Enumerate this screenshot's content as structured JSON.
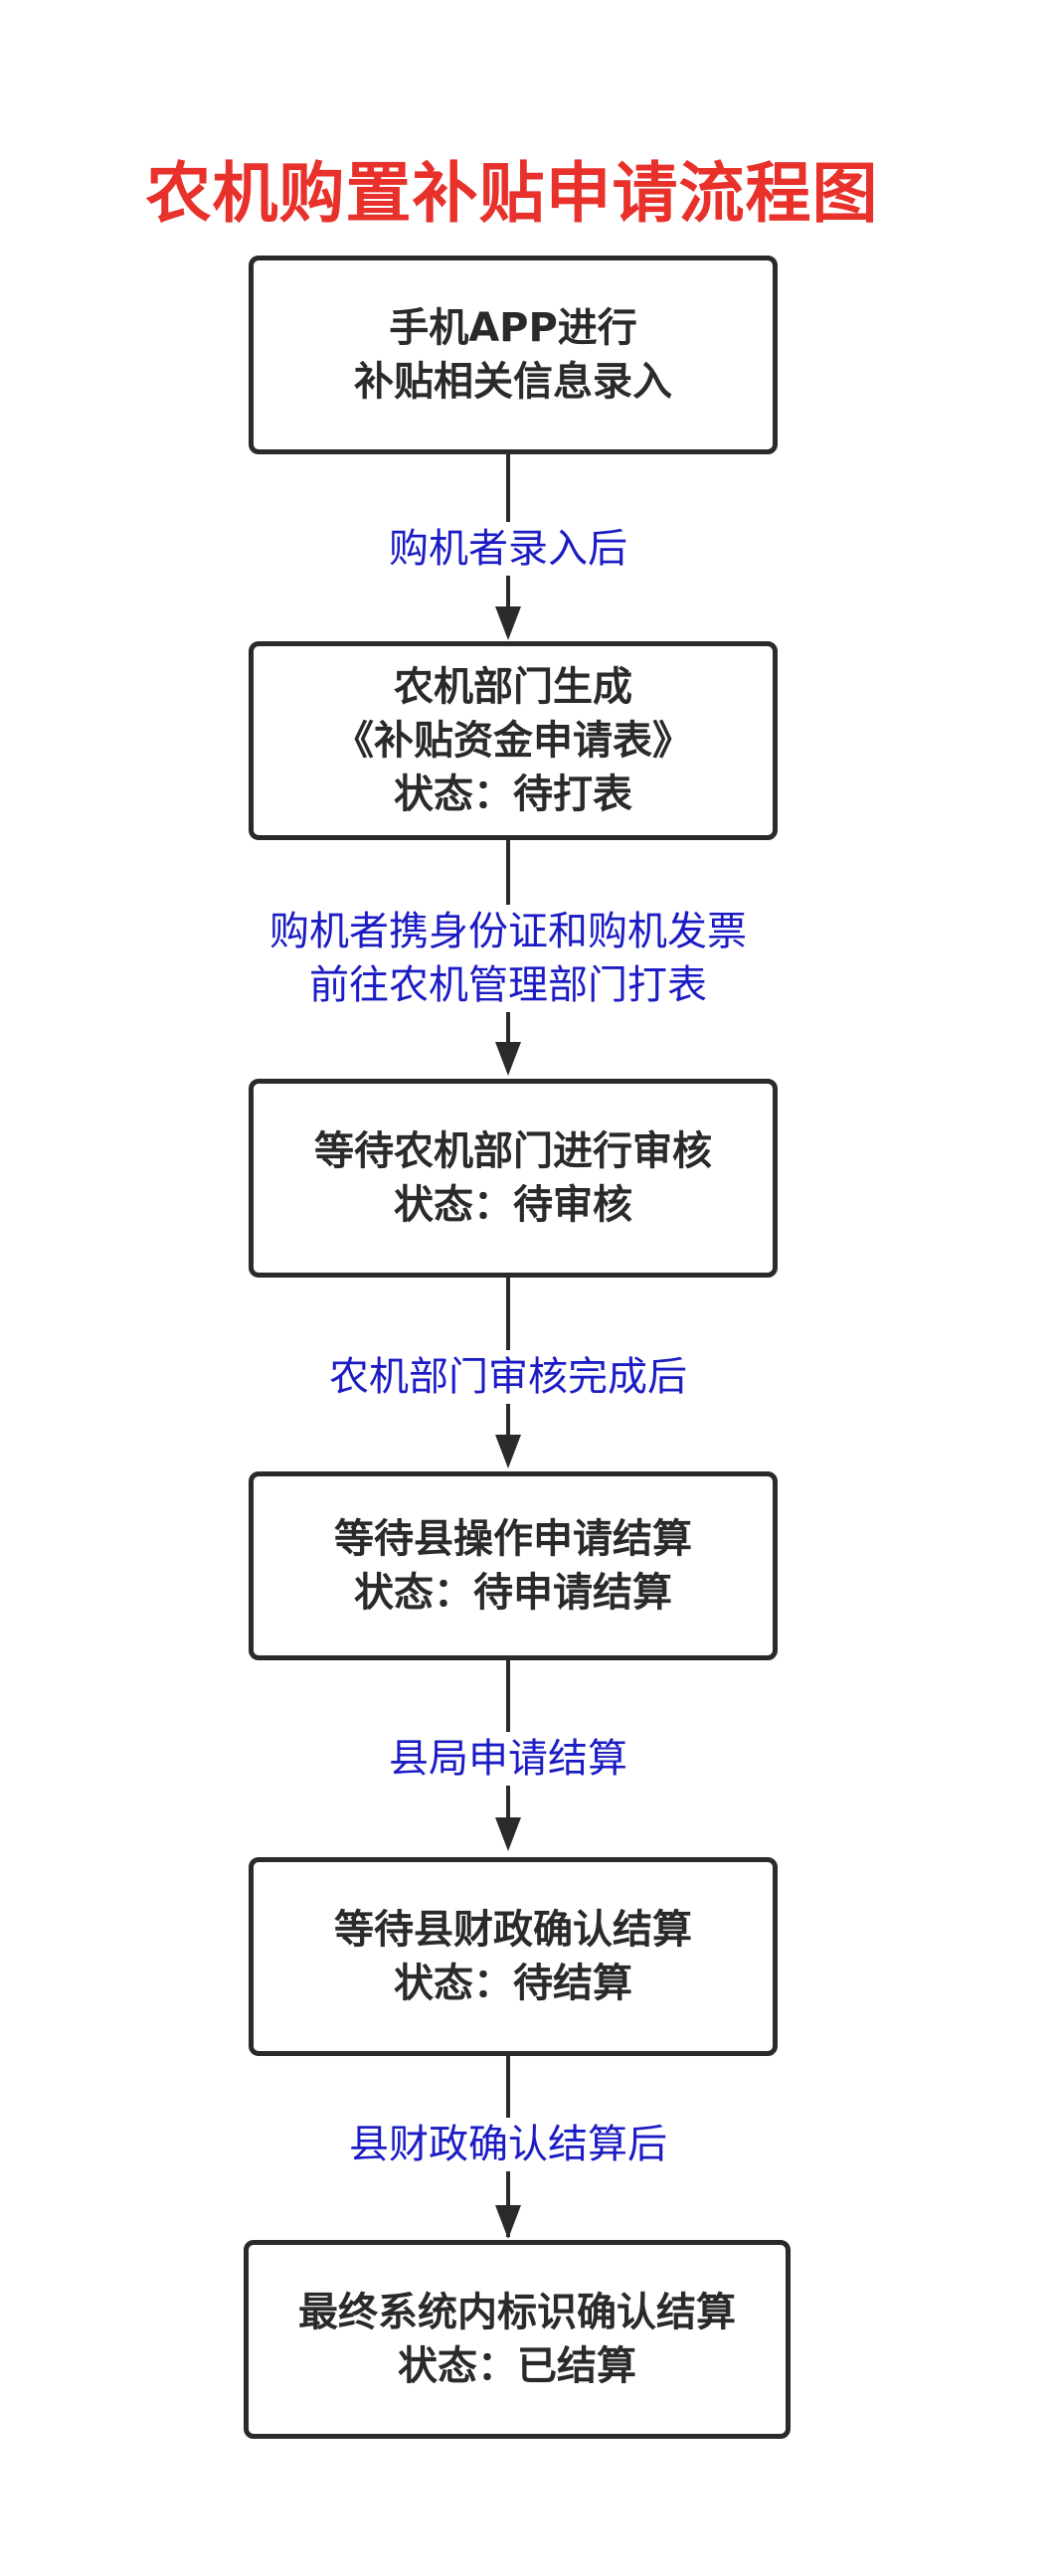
{
  "title": "农机购置补贴申请流程图",
  "colors": {
    "title": "#e8312b",
    "node_border": "#2a2a2a",
    "node_text": "#2a2a2a",
    "edge_label": "#1c1cc4",
    "arrow": "#2a2a2a"
  },
  "nodes": [
    {
      "lines": [
        "手机APP进行",
        "补贴相关信息录入"
      ]
    },
    {
      "lines": [
        "农机部门生成",
        "《补贴资金申请表》",
        "状态：待打表"
      ]
    },
    {
      "lines": [
        "等待农机部门进行审核",
        "状态：待审核"
      ]
    },
    {
      "lines": [
        "等待县操作申请结算",
        "状态：待申请结算"
      ]
    },
    {
      "lines": [
        "等待县财政确认结算",
        "状态：待结算"
      ]
    },
    {
      "lines": [
        "最终系统内标识确认结算",
        "状态：已结算"
      ]
    }
  ],
  "edges": [
    {
      "lines": [
        "购机者录入后"
      ]
    },
    {
      "lines": [
        "购机者携身份证和购机发票",
        "前往农机管理部门打表"
      ]
    },
    {
      "lines": [
        "农机部门审核完成后"
      ]
    },
    {
      "lines": [
        "县局申请结算"
      ]
    },
    {
      "lines": [
        "县财政确认结算后"
      ]
    }
  ]
}
